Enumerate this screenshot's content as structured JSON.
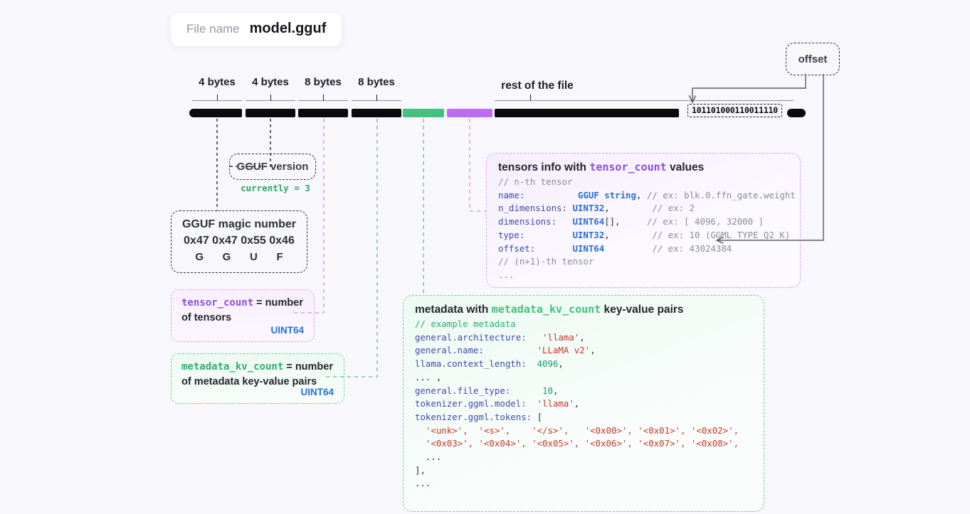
{
  "file": {
    "label": "File name",
    "value": "model.gguf"
  },
  "ruler": {
    "segments": [
      {
        "name": "magic",
        "label": "4 bytes"
      },
      {
        "name": "version",
        "label": "4 bytes"
      },
      {
        "name": "tensor_count",
        "label": "8 bytes"
      },
      {
        "name": "metadata_kv_count",
        "label": "8 bytes"
      }
    ],
    "rest_label": "rest of the file"
  },
  "offset": {
    "bubble_label": "offset",
    "binary_value": "101101000110011110"
  },
  "version": {
    "bubble_label": "GGUF version",
    "note": "currently = 3"
  },
  "magic": {
    "title": "GGUF magic number",
    "hex": "0x47 0x47 0x55 0x46",
    "chars": [
      "G",
      "G",
      "U",
      "F"
    ]
  },
  "tensor_count_box": {
    "mono": "tensor_count",
    "eq": " = number",
    "line2": "of tensors",
    "type": "UINT64"
  },
  "metadata_count_box": {
    "mono": "metadata_kv_count",
    "eq": " = number",
    "line2": "of metadata key-value pairs",
    "type": "UINT64"
  },
  "tensors_panel": {
    "title_pre": "tensors info with ",
    "title_mono": "tensor_count",
    "title_post": " values",
    "lines": [
      {
        "comment": "// n-th tensor"
      },
      {
        "key": "name:          ",
        "type": "GGUF string",
        "plain": ",",
        "pad": " ",
        "comment": "// ex: blk.0.ffn_gate.weight"
      },
      {
        "key": "n_dimensions: ",
        "type": "UINT32",
        "plain": ",",
        "pad": "        ",
        "comment": "// ex: 2"
      },
      {
        "key": "dimensions:   ",
        "type": "UINT64",
        "plain": "[],",
        "pad": "     ",
        "comment": "// ex: [ 4096, 32000 ]"
      },
      {
        "key": "type:         ",
        "type": "UINT32",
        "plain": ",",
        "pad": "        ",
        "comment": "// ex: 10 (GGML_TYPE_Q2_K)"
      },
      {
        "key": "offset:       ",
        "type": "UINT64",
        "plain": "",
        "pad": "         ",
        "comment": "// ex: 43024384"
      },
      {
        "comment": "// (n+1)-th tensor"
      },
      {
        "comment": "..."
      }
    ]
  },
  "metadata_panel": {
    "title_pre": "metadata with ",
    "title_mono": "metadata_kv_count",
    "title_post": " key-value pairs",
    "lines": [
      {
        "type": "comment",
        "text": "// example metadata"
      },
      {
        "type": "kv",
        "key": "general.architecture:",
        "pad": "   ",
        "val": "'llama'",
        "valtype": "str",
        "tail": ","
      },
      {
        "type": "kv",
        "key": "general.name:",
        "pad": "          ",
        "val": "'LLaMA v2'",
        "valtype": "str",
        "tail": ","
      },
      {
        "type": "kv",
        "key": "llama.context_length:",
        "pad": "  ",
        "val": "4096",
        "valtype": "num",
        "tail": ","
      },
      {
        "type": "plain",
        "text": "... ,"
      },
      {
        "type": "kv",
        "key": "general.file_type:",
        "pad": "      ",
        "val": "10",
        "valtype": "num",
        "tail": ","
      },
      {
        "type": "kv",
        "key": "tokenizer.ggml.model:",
        "pad": "  ",
        "val": "'llama'",
        "valtype": "str",
        "tail": ","
      },
      {
        "type": "kv",
        "key": "tokenizer.ggml.tokens:",
        "pad": " ",
        "val": "[",
        "valtype": "plain",
        "tail": ""
      },
      {
        "type": "tokens",
        "text": "  '<unk>',  '<s>',    '</s>',   '<0x00>', '<0x01>', '<0x02>',"
      },
      {
        "type": "tokens",
        "text": "  '<0x03>', '<0x04>', '<0x05>', '<0x06>', '<0x07>', '<0x08>',"
      },
      {
        "type": "plain",
        "text": "  ..."
      },
      {
        "type": "plain",
        "text": "],"
      },
      {
        "type": "plain",
        "text": "..."
      }
    ]
  },
  "colors": {
    "background": "#f7f7fc",
    "black_segment": "#0a0a0a",
    "green_segment": "#45c07f",
    "purple_segment": "#bb6ef5",
    "purple_accent": "#8c4ce0",
    "green_accent": "#2fae6e",
    "blue_type": "#2a6fd6",
    "string_red": "#c0392b"
  }
}
